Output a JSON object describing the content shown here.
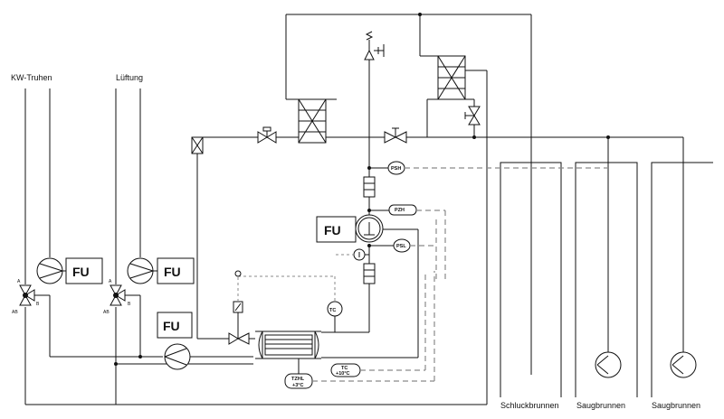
{
  "labels": {
    "kw_truhen": "KW-Truhen",
    "lueftung": "Lüftung",
    "schluckbrunnen": "Schluckbrunnen",
    "saugbrunnen_1": "Saugbrunnen",
    "saugbrunnen_2": "Saugbrunnen"
  },
  "fu_boxes": {
    "fu_kw": "FU",
    "fu_lueftung": "FU",
    "fu_pump": "FU",
    "fu_compressor": "FU"
  },
  "valve_ports": {
    "kw": {
      "a": "A",
      "b": "B",
      "ab": "AB"
    },
    "lueftung": {
      "a": "A",
      "b": "B",
      "ab": "AB"
    }
  },
  "instruments": {
    "psh": "PSH",
    "pzh": "PZH",
    "psl": "PSL",
    "tc_top": "TC",
    "tc_bottom_1": "TC",
    "tc_bottom_2": "+10°C",
    "tzhl_1": "TZHL",
    "tzhl_2": "+3°C"
  },
  "colors": {
    "line": "#111111",
    "signal": "#8a8a8a"
  }
}
